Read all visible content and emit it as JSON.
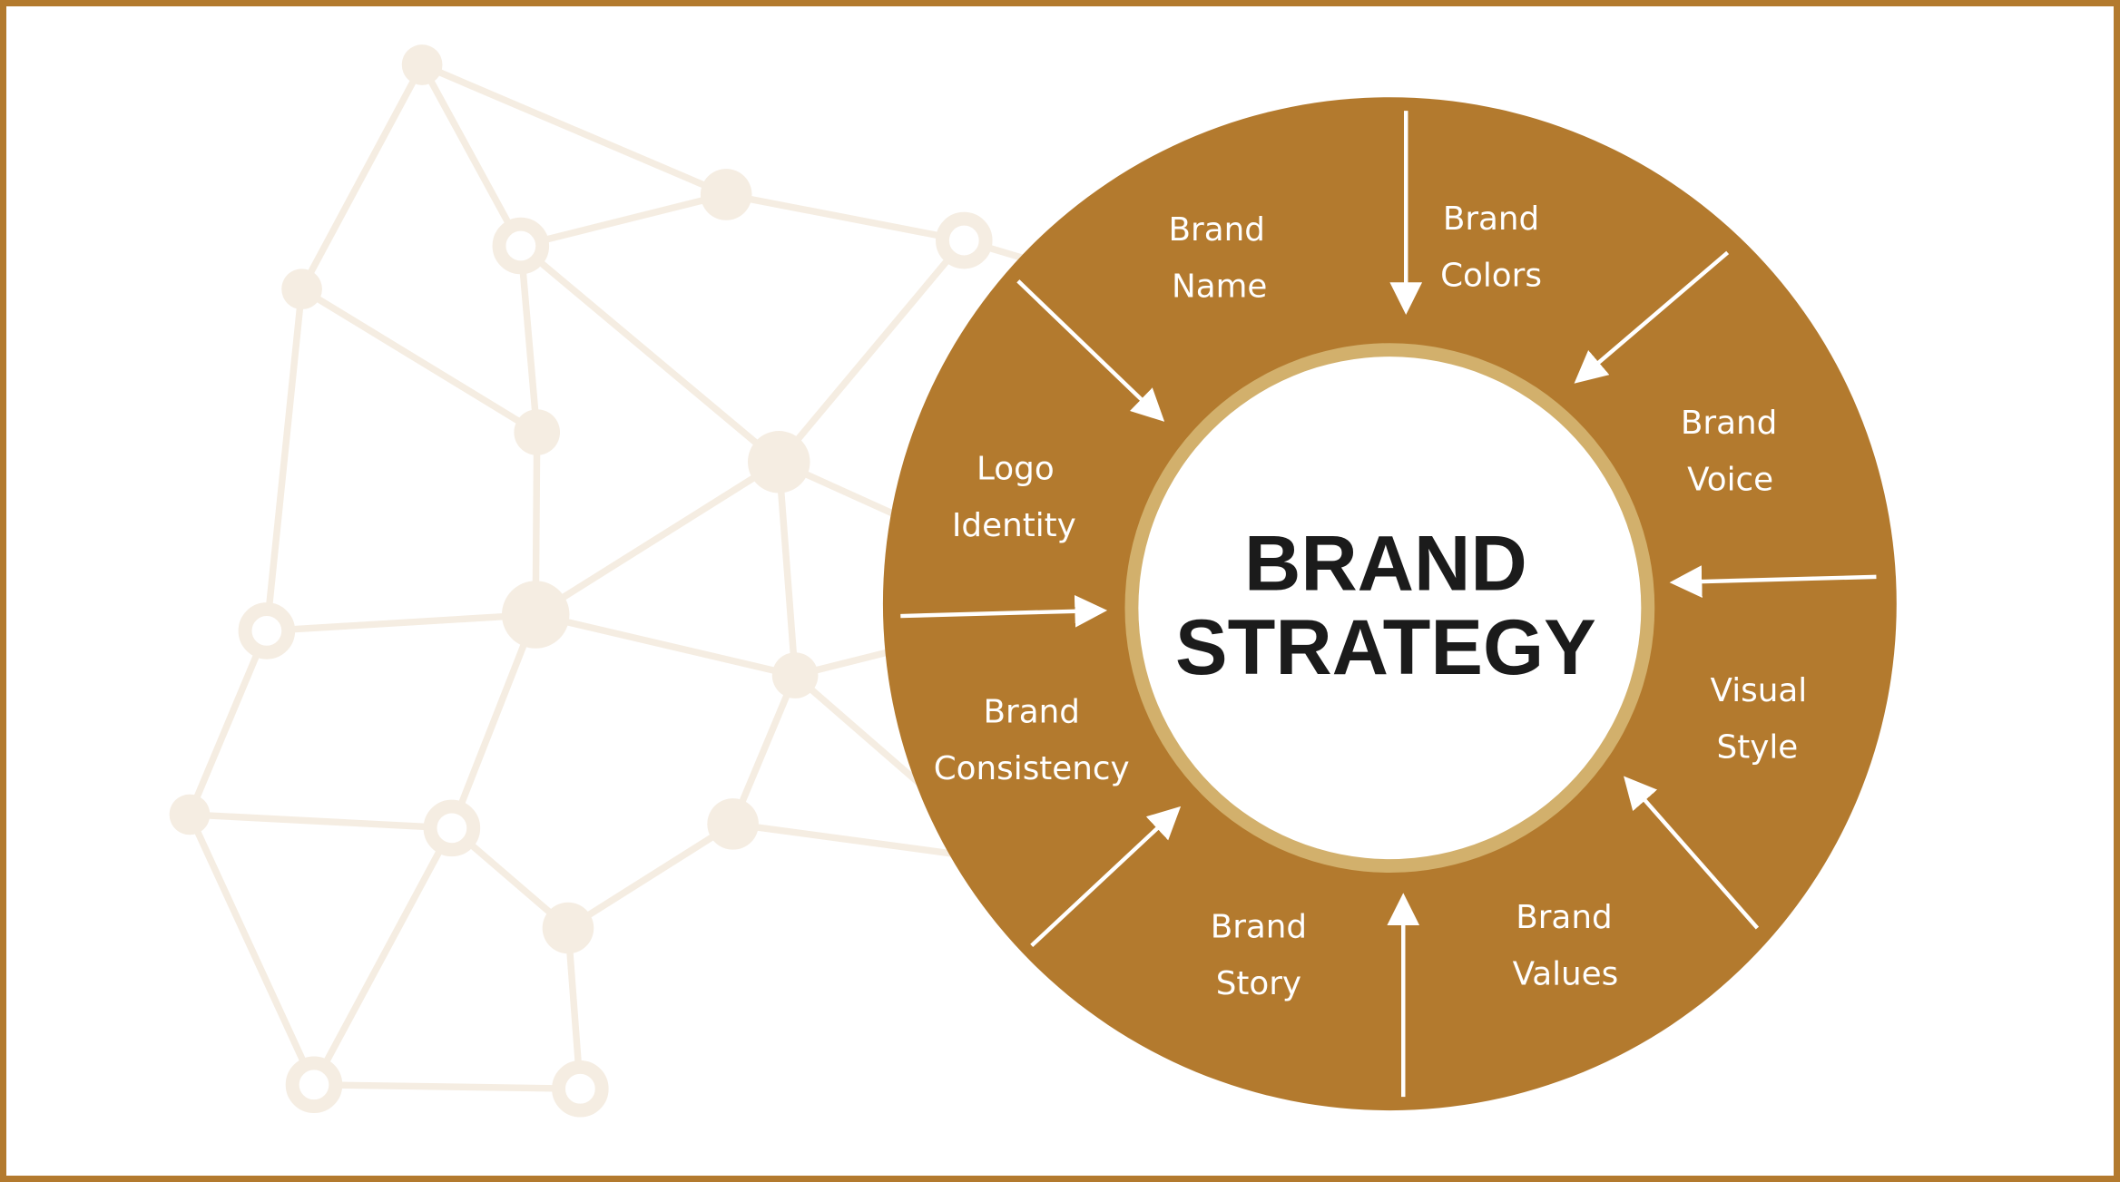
{
  "center": {
    "line1": "BRAND",
    "line2": "STRATEGY"
  },
  "segments": [
    {
      "line1": "Brand",
      "line2": "Name"
    },
    {
      "line1": "Brand",
      "line2": "Colors"
    },
    {
      "line1": "Brand",
      "line2": "Voice"
    },
    {
      "line1": "Visual",
      "line2": "Style"
    },
    {
      "line1": "Brand",
      "line2": "Values"
    },
    {
      "line1": "Brand",
      "line2": "Story"
    },
    {
      "line1": "Brand",
      "line2": "Consistency"
    },
    {
      "line1": "Logo",
      "line2": "Identity"
    }
  ],
  "colors": {
    "ring": "#b37a2e",
    "inner_ring": "#d2b06c",
    "network": "#f5ede2",
    "frame": "#b37a2e"
  }
}
